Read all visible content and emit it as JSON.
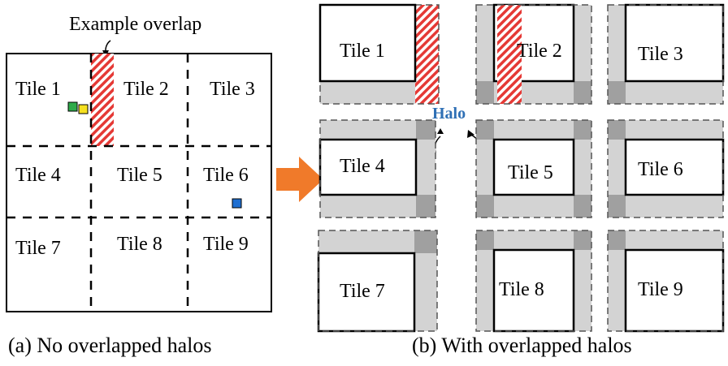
{
  "panel_a": {
    "annotation": "Example overlap",
    "tiles": [
      "Tile 1",
      "Tile 2",
      "Tile 3",
      "Tile 4",
      "Tile 5",
      "Tile 6",
      "Tile 7",
      "Tile 8",
      "Tile 9"
    ],
    "caption": "(a) No overlapped halos"
  },
  "panel_b": {
    "halo_label": "Halo",
    "tiles": [
      "Tile 1",
      "Tile 2",
      "Tile 3",
      "Tile 4",
      "Tile 5",
      "Tile 6",
      "Tile 7",
      "Tile 8",
      "Tile 9"
    ],
    "caption": "(b) With overlapped halos"
  },
  "colors": {
    "halo_fill": "#d3d3d3",
    "halo_corner": "#a0a0a0",
    "overlap_hatch": "#e53935",
    "arrow": "#f07a2a",
    "halo_text": "#2e6fb5",
    "marker_green": "#2eaa4a",
    "marker_yellow": "#f5e020",
    "marker_blue": "#1f6fd1"
  }
}
